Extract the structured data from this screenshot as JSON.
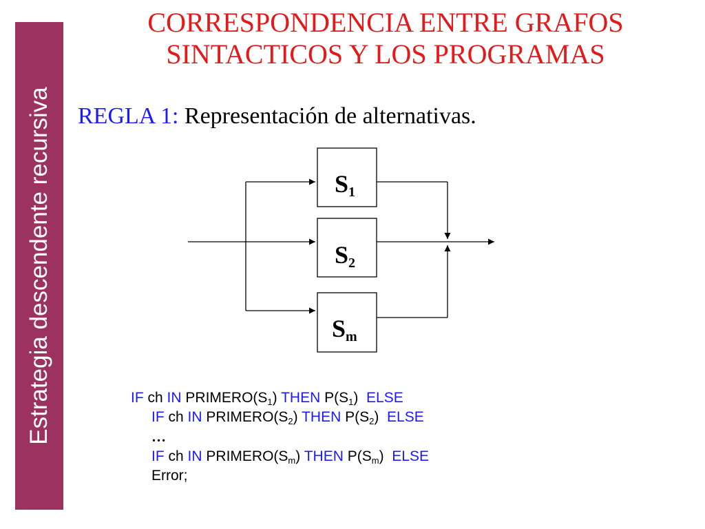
{
  "sidebar": {
    "text": "Estrategia descendente recursiva",
    "color": "#9c325f"
  },
  "title": {
    "line1": "CORRESPONDENCIA ENTRE GRAFOS",
    "line2": "SINTACTICOS Y LOS PROGRAMAS",
    "color": "#e41a1a"
  },
  "rule": {
    "label": "REGLA 1:",
    "text": "Representación de alternativas."
  },
  "diagram": {
    "boxes": [
      {
        "letter": "S",
        "sub": "1"
      },
      {
        "letter": "S",
        "sub": "2"
      },
      {
        "letter": "S",
        "sub": "m"
      }
    ]
  },
  "code": {
    "kw_if": "IF",
    "ch": "ch",
    "kw_in": "IN",
    "kw_then": "THEN",
    "kw_else": "ELSE",
    "primero": "PRIMERO(S",
    "p": "P(S",
    "close": ")",
    "subs": [
      "1",
      "2",
      "m"
    ],
    "ellipsis": "…",
    "error": "Error;"
  }
}
